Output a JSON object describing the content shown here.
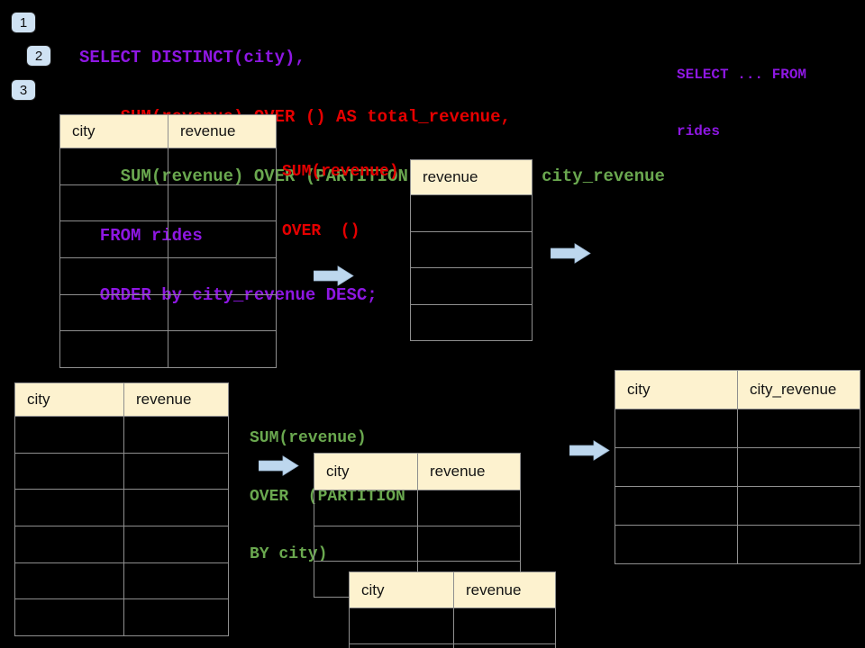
{
  "colors": {
    "background": "#000000",
    "purple": "#8e17e3",
    "red": "#e50000",
    "green": "#6aa84f",
    "header_fill": "#fdf2cf",
    "table_border": "#8f8f8f",
    "arrow_fill": "#bdd7ee",
    "badge_fill": "#cfe2f3"
  },
  "step_badges": [
    {
      "label": "1"
    },
    {
      "label": "2"
    },
    {
      "label": "3"
    }
  ],
  "sql_code": {
    "line1_select": "SELECT DISTINCT(city),",
    "line2_total": "    SUM(revenue) OVER () AS total_revenue,",
    "line3_partition": "    SUM(revenue) OVER (PARTITION BY city) as city_revenue",
    "line4_from": "  FROM rides",
    "line5_order": "  ORDER by city_revenue DESC;"
  },
  "from_note": {
    "line1": "SELECT ... FROM",
    "line2": "rides"
  },
  "annotation_total": {
    "line1": "SUM(revenue)",
    "line2": "OVER  ()"
  },
  "annotation_partition": {
    "line1": "SUM(revenue)",
    "line2": "OVER  (PARTITION",
    "line3": "BY city)"
  },
  "tables": {
    "source_top": {
      "headers": [
        "city",
        "revenue"
      ],
      "empty_rows": 6
    },
    "total_revenue": {
      "headers": [
        "revenue"
      ],
      "empty_rows": 4
    },
    "result_city_revenue": {
      "headers": [
        "city",
        "city_revenue"
      ],
      "empty_rows": 4
    },
    "source_bottom": {
      "headers": [
        "city",
        "revenue"
      ],
      "empty_rows": 6
    },
    "partition_back": {
      "headers": [
        "city",
        "revenue"
      ],
      "empty_rows": 3
    },
    "partition_front": {
      "headers": [
        "city",
        "revenue"
      ],
      "empty_rows": 2
    }
  }
}
